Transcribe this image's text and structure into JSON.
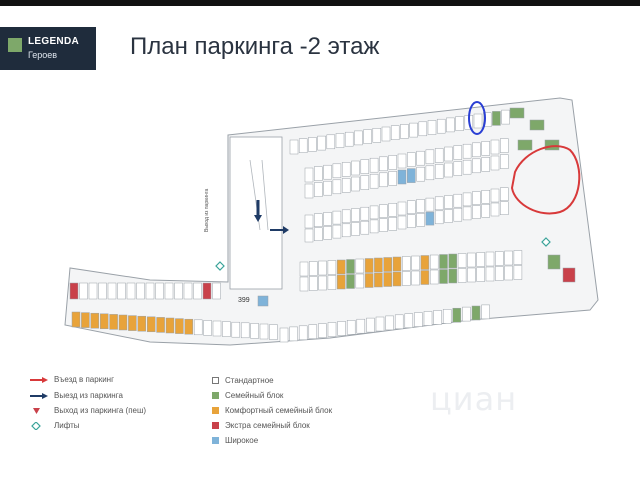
{
  "brand": {
    "name": "LEGENDA",
    "subtitle": "Героев"
  },
  "title": "План паркинга -2 этаж",
  "colors": {
    "standard": "#ffffff",
    "family": "#7ea86a",
    "comfort_family": "#e8a33a",
    "extra_family": "#c9414a",
    "wide": "#7fb3d9",
    "entry_arrow": "#d8393a",
    "exit_arrow": "#1f3b66",
    "pedestrian_exit": "#c9414a",
    "lift": "#3aa39a",
    "annotation_blue": "#2a3fd4",
    "annotation_red": "#d8393a"
  },
  "legend_left": [
    {
      "icon": "red-arrow-icon",
      "label": "Въезд в паркинг"
    },
    {
      "icon": "navy-arrow-icon",
      "label": "Выезд из паркинга"
    },
    {
      "icon": "red-triangle-icon",
      "label": "Выход из паркинга (пеш)"
    },
    {
      "icon": "lift-diamond-icon",
      "label": "Лифты"
    }
  ],
  "legend_right": [
    {
      "swatch": "standard",
      "label": "Стандартное"
    },
    {
      "swatch": "family",
      "label": "Семейный блок"
    },
    {
      "swatch": "comfort_family",
      "label": "Комфортный семейный блок"
    },
    {
      "swatch": "extra_family",
      "label": "Экстра семейный блок"
    },
    {
      "swatch": "wide",
      "label": "Широкое"
    }
  ],
  "plan_labels": {
    "exit_label": "Выход из паркинга",
    "spot_399": "399"
  },
  "watermark": "циан"
}
